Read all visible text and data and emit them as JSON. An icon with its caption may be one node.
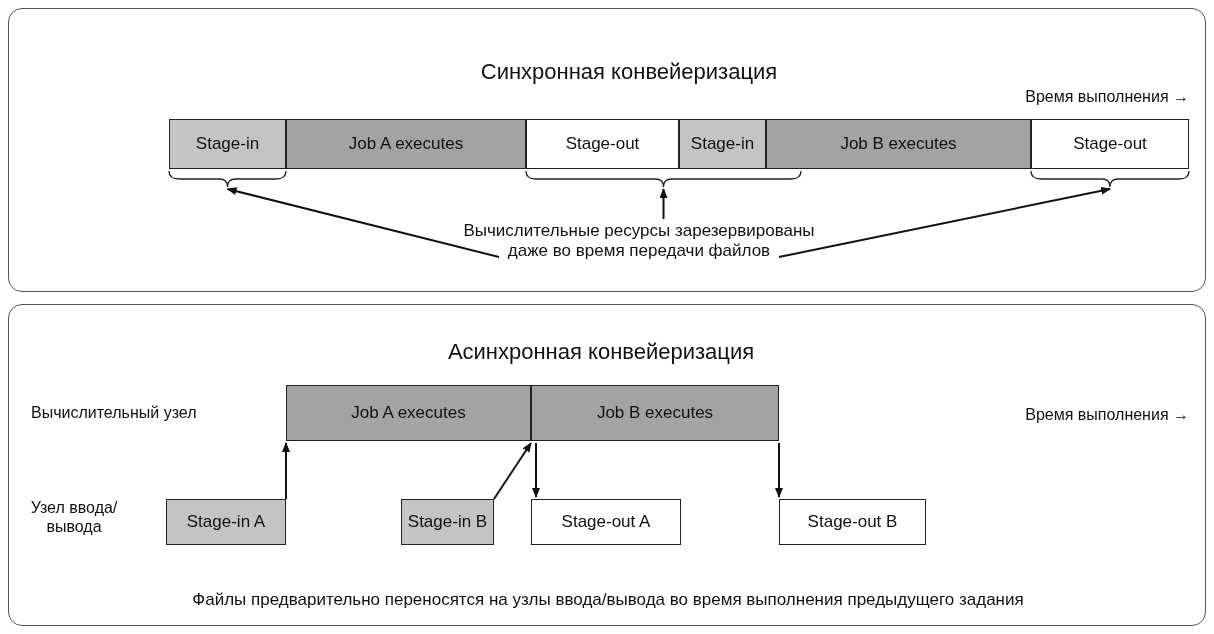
{
  "diagram": {
    "nodes": [
      {
        "text": [
          "Синхронная конвейеризация"
        ]
      },
      {
        "text": [
          "Stage-in"
        ],
        "in": 0
      },
      {
        "text": [
          "Job A executes"
        ],
        "in": 0
      },
      {
        "text": [
          "Stage-out"
        ],
        "in": 0
      },
      {
        "text": [
          "Stage-in"
        ],
        "in": 0
      },
      {
        "text": [
          "Job B executes"
        ],
        "in": 0
      },
      {
        "text": [
          "Stage-out"
        ],
        "in": 0
      },
      {
        "text": [
          "Вычислительные ресурсы зарезервированы даже во время передачи файлов"
        ],
        "in": 0
      },
      {
        "text": [
          "Асинхронная конвейеризация"
        ]
      },
      {
        "text": [
          "Job A executes"
        ],
        "in": 8
      },
      {
        "text": [
          "Job B executes"
        ],
        "in": 8
      },
      {
        "text": [
          "Stage-in A"
        ],
        "in": 8
      },
      {
        "text": [
          "Stage-in B"
        ],
        "in": 8
      },
      {
        "text": [
          "Stage-out A"
        ],
        "in": 8
      },
      {
        "text": [
          "Stage-out B"
        ],
        "in": 8
      }
    ],
    "edges": [
      {
        "from": 7,
        "to": 1,
        "arrow": "to"
      },
      {
        "from": 7,
        "to": 3,
        "arrow": "to"
      },
      {
        "from": 7,
        "to": 6,
        "arrow": "to"
      },
      {
        "from": 11,
        "to": 9,
        "arrow": "to"
      },
      {
        "from": 12,
        "to": 10,
        "arrow": "to"
      },
      {
        "from": 9,
        "to": 13,
        "arrow": "to"
      },
      {
        "from": 10,
        "to": 14,
        "arrow": "to"
      }
    ],
    "labels": [
      "Время выполнения →",
      "Вычислительный узел",
      "Время выполнения →",
      "Узел ввода/вывода",
      "Файлы предварительно переносятся на узлы ввода/вывода во время выполнения предыдущего задания"
    ]
  }
}
